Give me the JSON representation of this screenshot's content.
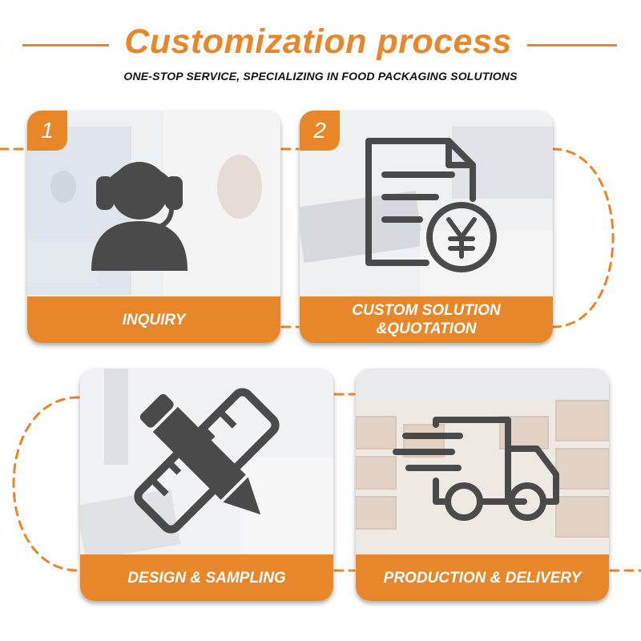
{
  "header": {
    "title": "Customization process",
    "subtitle": "ONE-STOP SERVICE, SPECIALIZING IN FOOD PACKAGING SOLUTIONS"
  },
  "colors": {
    "accent": "#E8872A",
    "icon": "#4a4a4a",
    "label_text": "#ffffff"
  },
  "steps": [
    {
      "number": "1",
      "label": "INQUIRY",
      "icon": "customer-service-headset-icon"
    },
    {
      "number": "2",
      "label": "CUSTOM SOLUTION\n&QUOTATION",
      "icon": "invoice-yen-icon"
    },
    {
      "number": "",
      "label": "DESIGN & SAMPLING",
      "icon": "pencil-ruler-icon"
    },
    {
      "number": "",
      "label": "PRODUCTION & DELIVERY",
      "icon": "delivery-truck-icon"
    }
  ]
}
